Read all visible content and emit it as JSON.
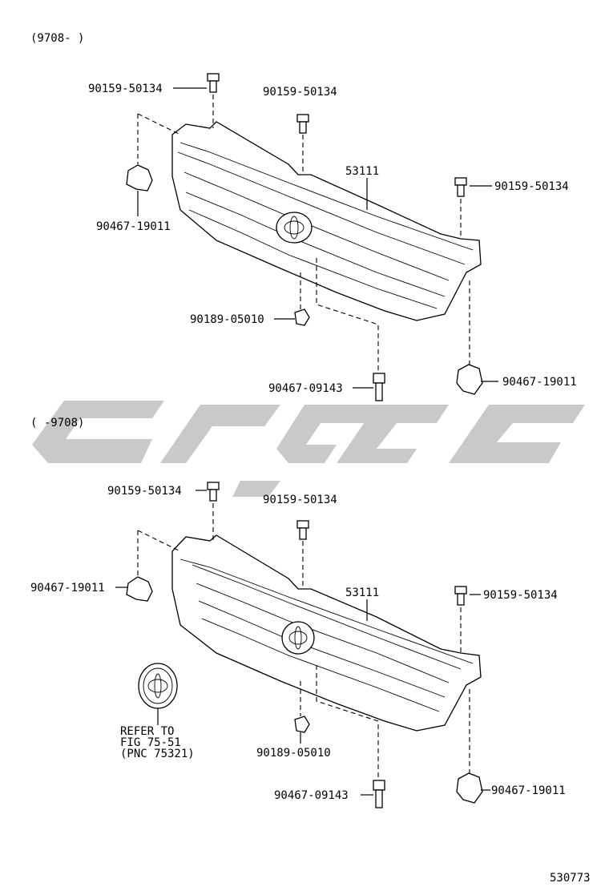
{
  "sections": {
    "upper_range": "(9708-      )",
    "lower_range": "(      -9708)"
  },
  "upper": {
    "screw_left": "90159-50134",
    "screw_center": "90159-50134",
    "screw_right": "90159-50134",
    "grille": "53111",
    "retainer_left": "90467-19011",
    "retainer_right": "90467-19011",
    "nut": "90189-05010",
    "clip": "90467-09143"
  },
  "lower": {
    "screw_left": "90159-50134",
    "screw_center": "90159-50134",
    "screw_right": "90159-50134",
    "grille": "53111",
    "retainer_left": "90467-19011",
    "retainer_right": "90467-19011",
    "nut": "90189-05010",
    "clip": "90467-09143"
  },
  "emblem_note": {
    "line1": "REFER TO",
    "line2": "FIG 75-51",
    "line3": "(PNC 75321)"
  },
  "figure_number": "530773",
  "icons": [
    "screw-icon",
    "retainer-icon",
    "nut-icon",
    "clip-icon",
    "toyota-emblem-icon",
    "watermark-logo"
  ],
  "colors": {
    "watermark": "#c9c9c9",
    "ink": "#000000"
  }
}
